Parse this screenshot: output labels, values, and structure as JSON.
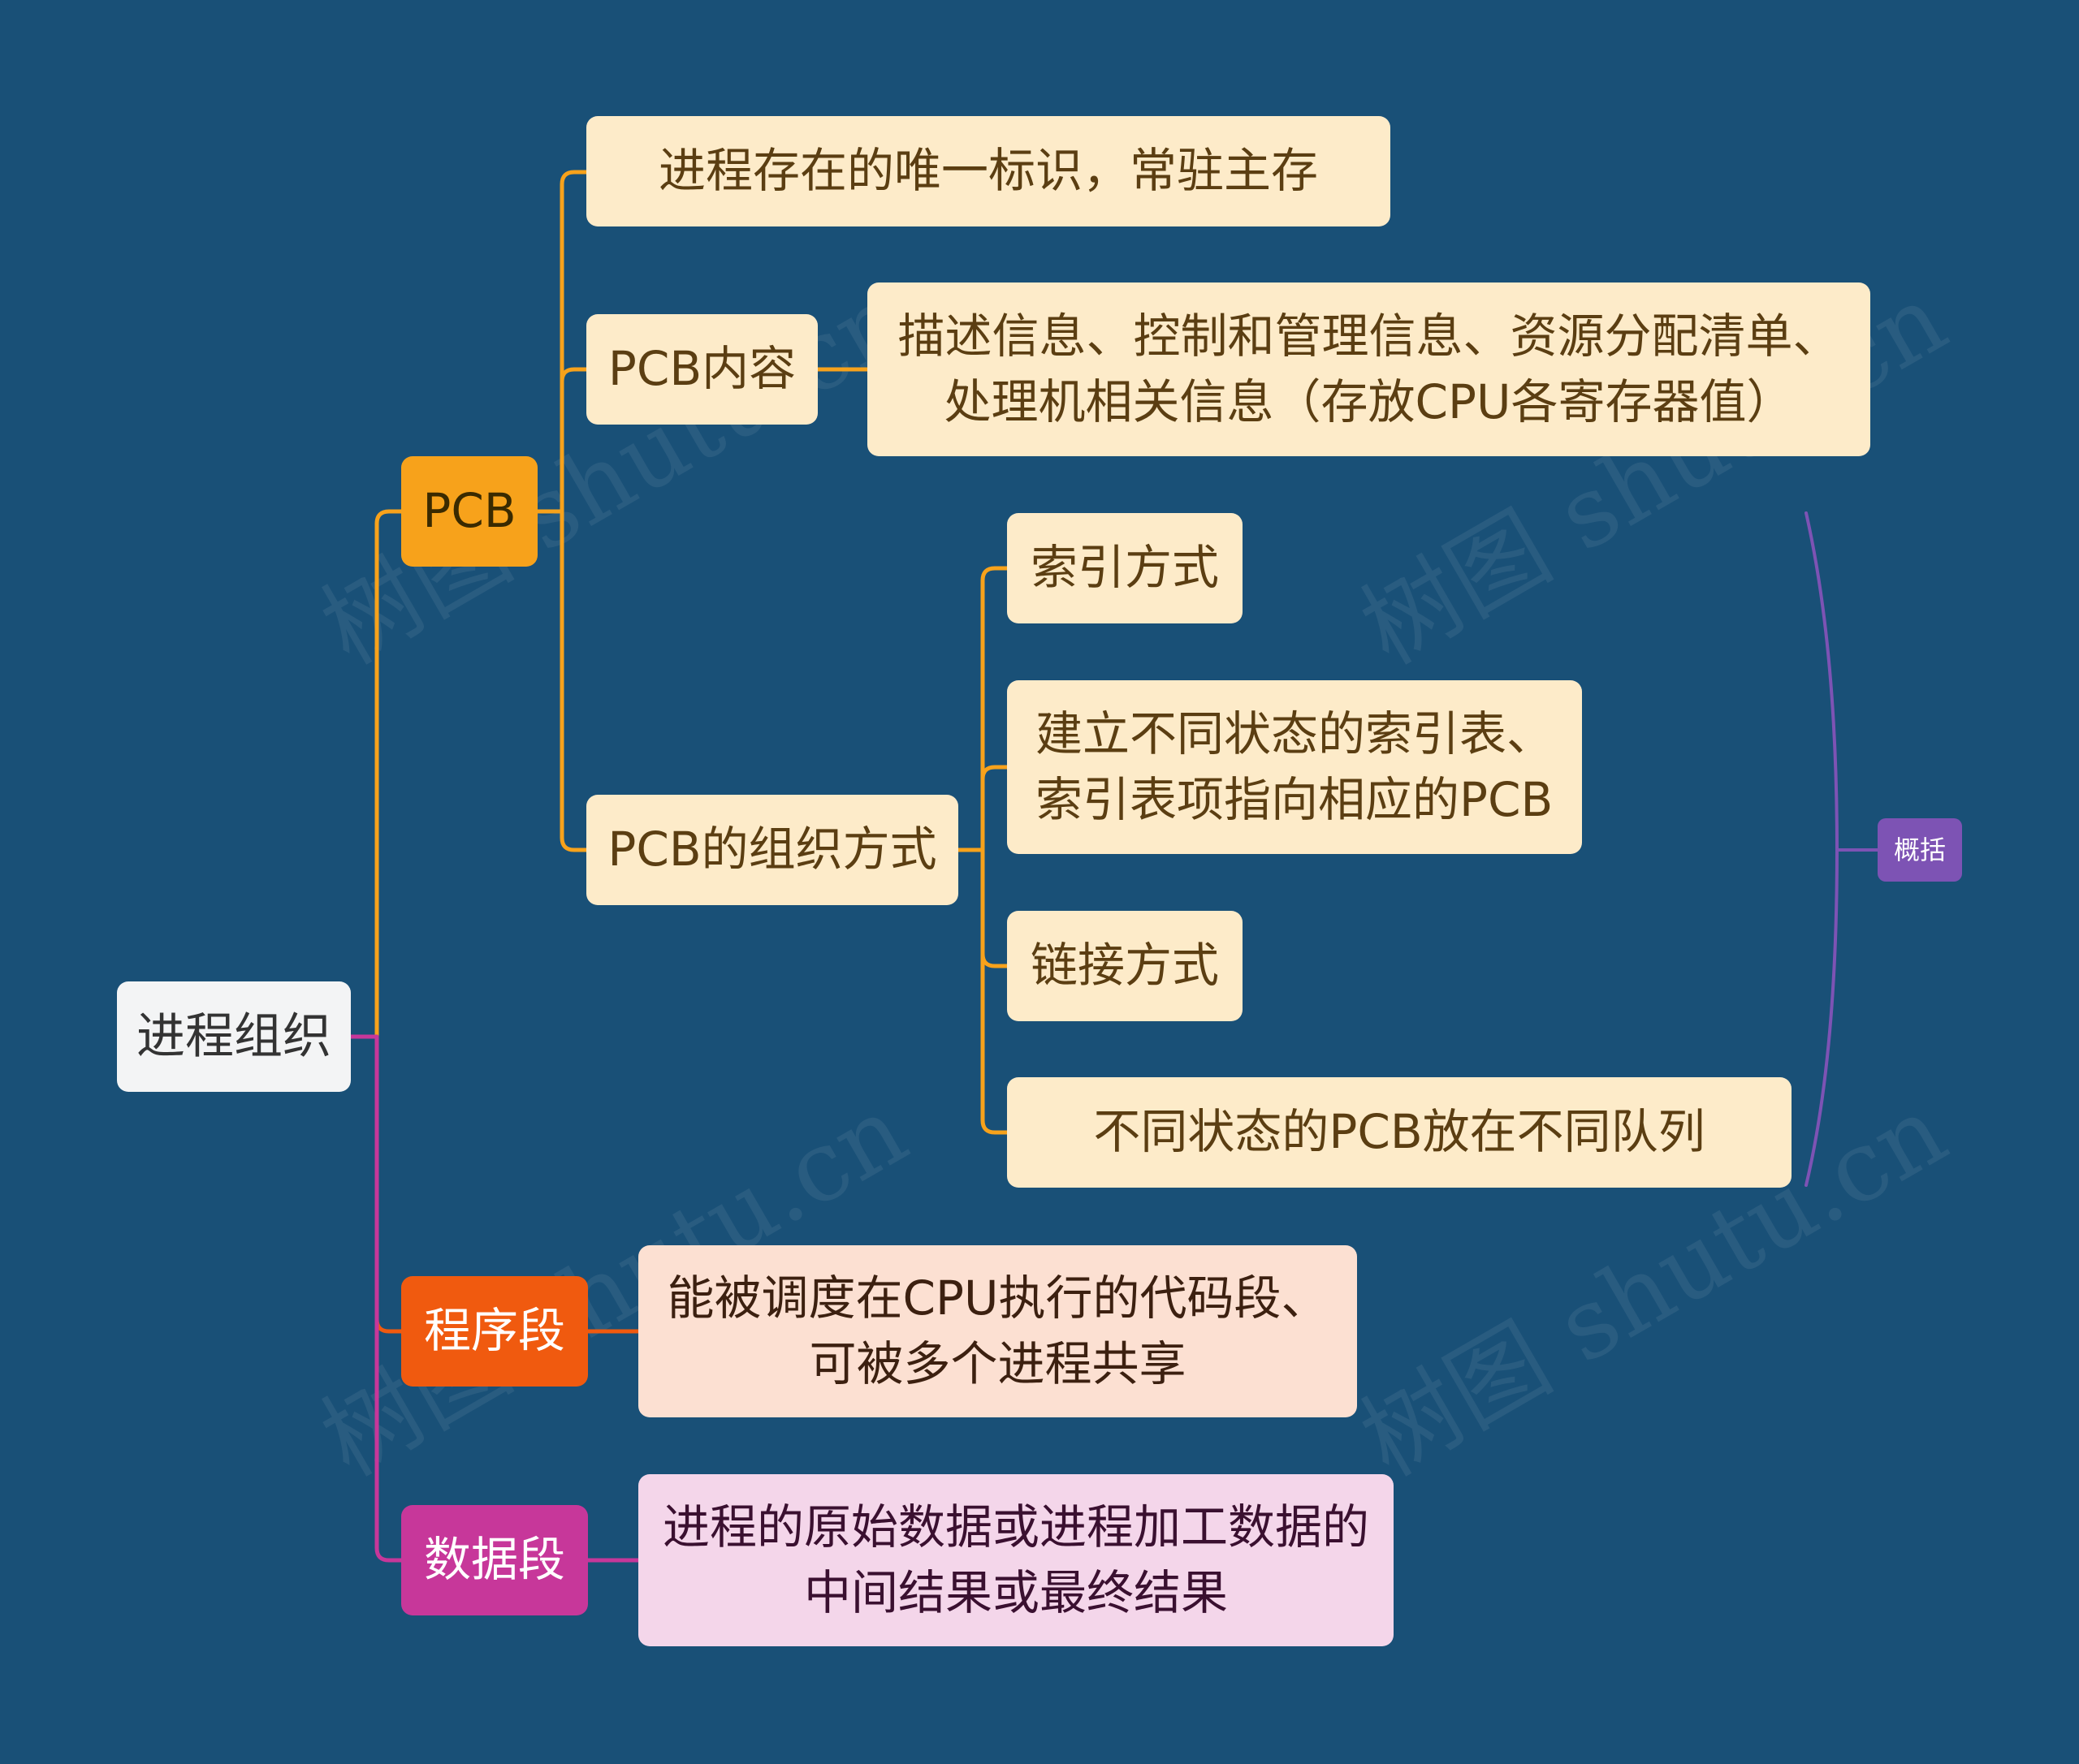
{
  "root": {
    "label": "进程组织"
  },
  "branches": {
    "pcb": {
      "label": "PCB",
      "color": "#f7a21b",
      "children": {
        "identity": {
          "label": "进程存在的唯一标识，常驻主存"
        },
        "content": {
          "label": "PCB内容",
          "detail": {
            "lines": [
              "描述信息、控制和管理信息、资源分配清单、",
              "处理机相关信息（存放CPU各寄存器值）"
            ]
          }
        },
        "organization": {
          "label": "PCB的组织方式",
          "children": {
            "index": {
              "label": "索引方式"
            },
            "index_detail": {
              "lines": [
                "建立不同状态的索引表、",
                "索引表项指向相应的PCB"
              ]
            },
            "link": {
              "label": "链接方式"
            },
            "link_detail": {
              "label": "不同状态的PCB放在不同队列"
            }
          }
        }
      }
    },
    "program": {
      "label": "程序段",
      "color": "#f05a0f",
      "detail": {
        "lines": [
          "能被调度在CPU执行的代码段、",
          "可被多个进程共享"
        ]
      }
    },
    "data": {
      "label": "数据段",
      "color": "#c7379a",
      "detail": {
        "lines": [
          "进程的原始数据或进程加工数据的",
          "中间结果或最终结果"
        ]
      }
    }
  },
  "summary": {
    "label": "概括",
    "color": "#7d53b4"
  },
  "watermark": {
    "text": "树图 shutu.cn"
  }
}
